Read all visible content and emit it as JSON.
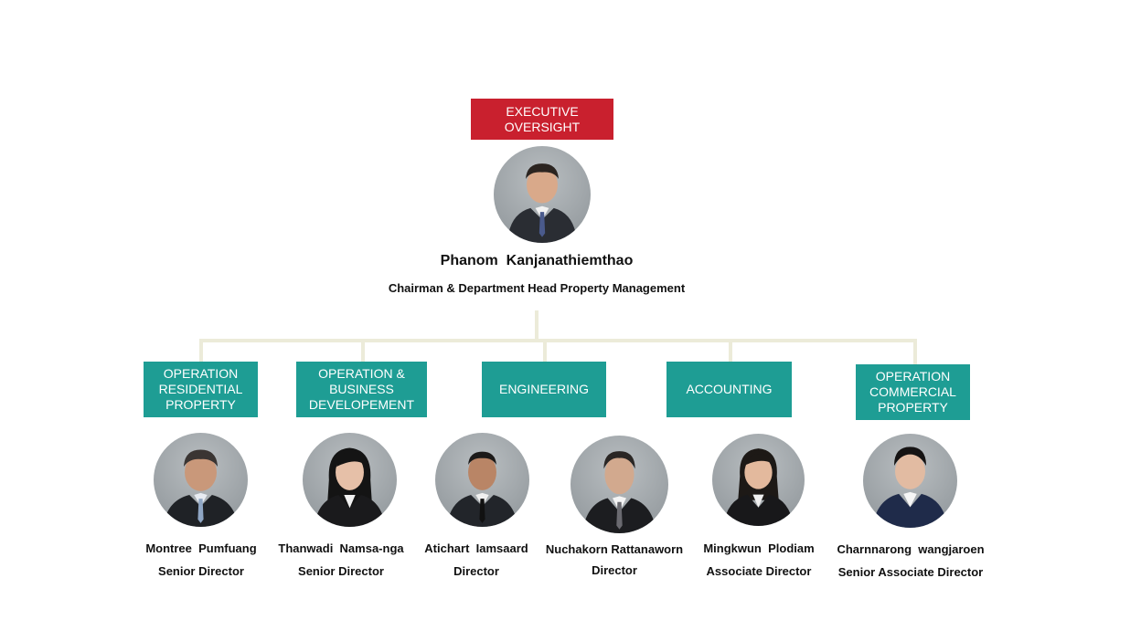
{
  "colors": {
    "executive": "#c9202e",
    "department": "#1e9d94",
    "connector": "#ecebd9"
  },
  "executive": {
    "header": "EXECUTIVE\nOVERSIGHT",
    "name": "Phanom  Kanjanathiemthao",
    "title": "Chairman & Department Head Property Management"
  },
  "departments": [
    "OPERATION\nRESIDENTIAL\nPROPERTY",
    "OPERATION &\nBUSINESS\nDEVELOPEMENT",
    "ENGINEERING",
    "ACCOUNTING",
    "OPERATION\nCOMMERCIAL\nPROPERTY"
  ],
  "people": [
    {
      "name": "Montree  Pumfuang",
      "title": "Senior Director"
    },
    {
      "name": "Thanwadi  Namsa-nga",
      "title": "Senior Director"
    },
    {
      "name": "Atichart  Iamsaard",
      "title": "Director"
    },
    {
      "name": "Nuchakorn Rattanaworn",
      "title": "Director"
    },
    {
      "name": "Mingkwun  Plodiam",
      "title": "Associate Director"
    },
    {
      "name": "Charnnarong  wangjaroen",
      "title": "Senior Associate Director"
    }
  ]
}
